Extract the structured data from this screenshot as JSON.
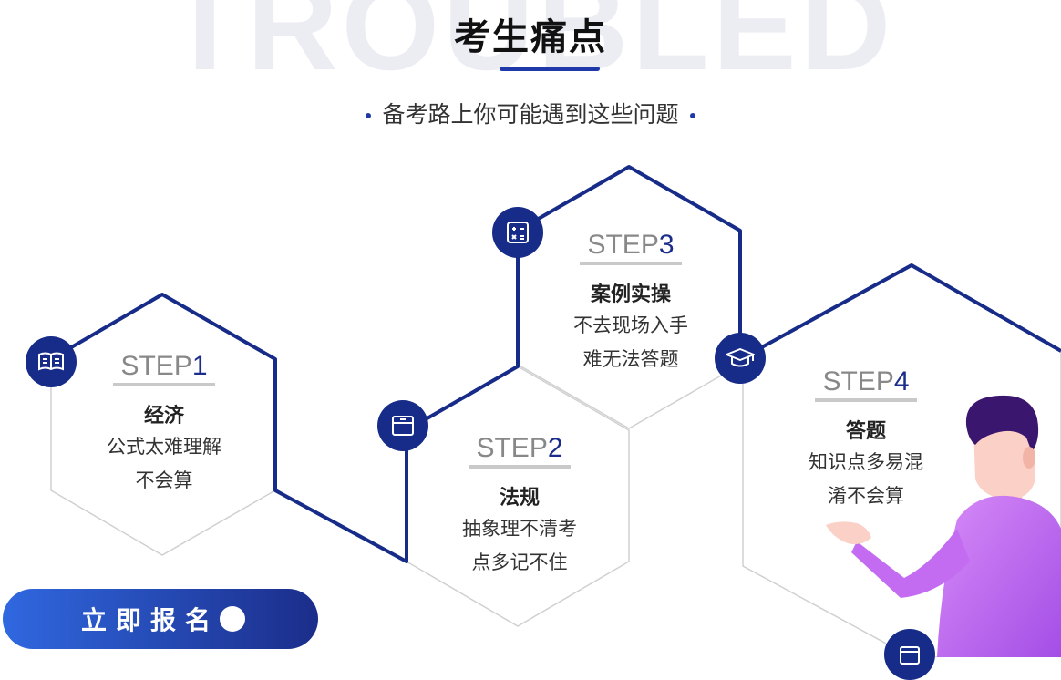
{
  "header": {
    "watermark": "TROUBLED",
    "title": "考生痛点",
    "subtitle": "备考路上你可能遇到这些问题"
  },
  "steps": [
    {
      "prefix": "STEP",
      "num": "1",
      "name": "经济",
      "lines": [
        "公式太难理解",
        "不会算"
      ],
      "icon": "book-icon"
    },
    {
      "prefix": "STEP",
      "num": "2",
      "name": "法规",
      "lines": [
        "抽象理不清考",
        "点多记不住"
      ],
      "icon": "archive-box-icon"
    },
    {
      "prefix": "STEP",
      "num": "3",
      "name": "案例实操",
      "lines": [
        "不去现场入手",
        "难无法答题"
      ],
      "icon": "calculator-icon"
    },
    {
      "prefix": "STEP",
      "num": "4",
      "name": "答题",
      "lines": [
        "知识点多易混",
        "淆不会算"
      ],
      "icon": "graduation-cap-icon"
    }
  ],
  "cta": {
    "label": "立即报名"
  },
  "colors": {
    "primary": "#172b88",
    "accent": "#1f3aa8",
    "outline": "#d0d0d0",
    "person_shirt": "#c36cf2"
  }
}
